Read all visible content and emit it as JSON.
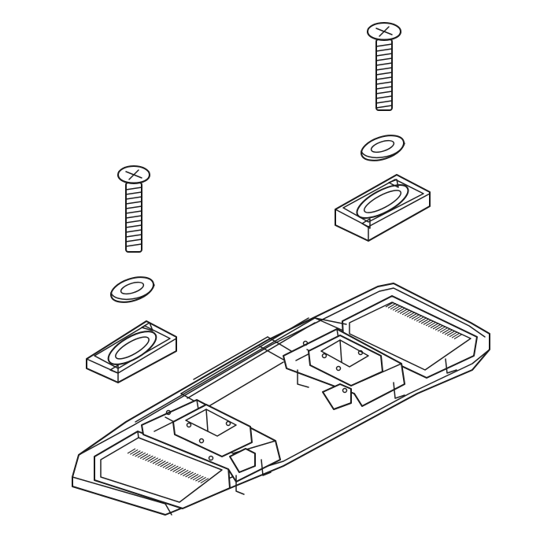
{
  "figure": {
    "kind": "exploded-assembly-line-drawing",
    "colors": {
      "line": "#1a1a1a",
      "fill": "#ffffff",
      "background": "#ffffff"
    },
    "parts": [
      {
        "name": "screw",
        "count": 2
      },
      {
        "name": "washer",
        "count": 2
      },
      {
        "name": "slotted-pad",
        "count": 2
      },
      {
        "name": "base-tray",
        "count": 1
      }
    ]
  }
}
